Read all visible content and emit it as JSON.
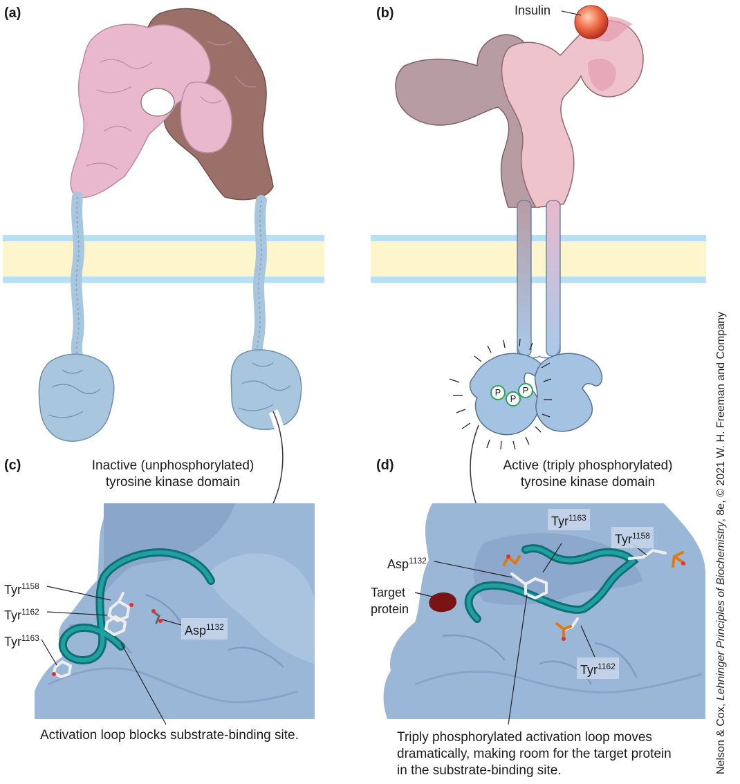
{
  "panels": {
    "a": "(a)",
    "b": "(b)",
    "c": "(c)",
    "d": "(d)"
  },
  "labels": {
    "insulin": "Insulin",
    "inactive_line1": "Inactive (unphosphorylated)",
    "inactive_line2": "tyrosine kinase domain",
    "active_line1": "Active (triply phosphorylated)",
    "active_line2": "tyrosine kinase domain",
    "phospho": "P",
    "c_caption": "Activation loop blocks substrate-binding site.",
    "d_caption_line1": "Triply phosphorylated activation loop moves",
    "d_caption_line2": "dramatically, making room for the target protein",
    "d_caption_line3": "in the substrate-binding site.",
    "target_line1": "Target",
    "target_line2": "protein"
  },
  "residues": {
    "tyr": "Tyr",
    "asp": "Asp",
    "n1158": "1158",
    "n1162": "1162",
    "n1163": "1163",
    "n1132": "1132"
  },
  "credit": {
    "prefix": "Nelson & Cox, ",
    "title": "Lehninger Principles of Biochemistry",
    "suffix": ", 8e, © 2021 W. H. Freeman and Company"
  },
  "colors": {
    "membrane_blue": "#b6e0f5",
    "membrane_yellow": "#fdf5cc",
    "receptor_pink": "#e9b8cc",
    "receptor_brown": "#9b7068",
    "kinase_blue": "#a4c3e3",
    "loop_teal": "#17898c",
    "insulin_red": "#e85a3f",
    "phospho_green": "#2aa35a"
  }
}
